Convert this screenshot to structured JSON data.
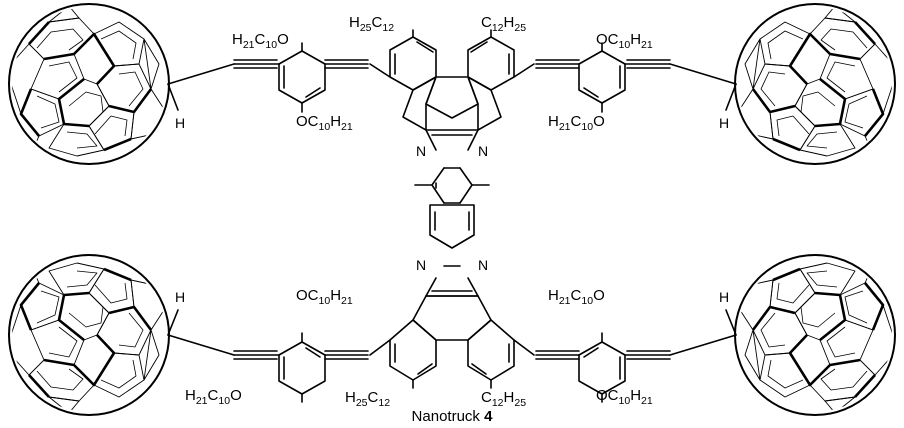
{
  "caption": {
    "text": "Nanotruck ",
    "number": "4"
  },
  "atoms": {
    "nitrogen": "N",
    "hydrogen": "H"
  },
  "substituents": {
    "dodecyl_top_left": [
      "H",
      "25",
      "C",
      "12"
    ],
    "dodecyl_top_right": [
      "C",
      "12",
      "H",
      "25"
    ],
    "dodecyl_bot_left": [
      "H",
      "25",
      "C",
      "12"
    ],
    "dodecyl_bot_right": [
      "C",
      "12",
      "H",
      "25"
    ],
    "decyloxy_ul_up": [
      "H",
      "21",
      "C",
      "10",
      "O"
    ],
    "decyloxy_ul_down": [
      "OC",
      "10",
      "H",
      "21"
    ],
    "decyloxy_ur_up": [
      "OC",
      "10",
      "H",
      "21"
    ],
    "decyloxy_ur_down": [
      "H",
      "21",
      "C",
      "10",
      "O"
    ],
    "decyloxy_ll_up": [
      "OC",
      "10",
      "H",
      "21"
    ],
    "decyloxy_ll_down": [
      "H",
      "21",
      "C",
      "10",
      "O"
    ],
    "decyloxy_lr_up": [
      "H",
      "21",
      "C",
      "10",
      "O"
    ],
    "decyloxy_lr_down": [
      "OC",
      "10",
      "H",
      "21"
    ]
  },
  "fullerenes": [
    "fullerene-top-left",
    "fullerene-top-right",
    "fullerene-bottom-left",
    "fullerene-bottom-right"
  ]
}
